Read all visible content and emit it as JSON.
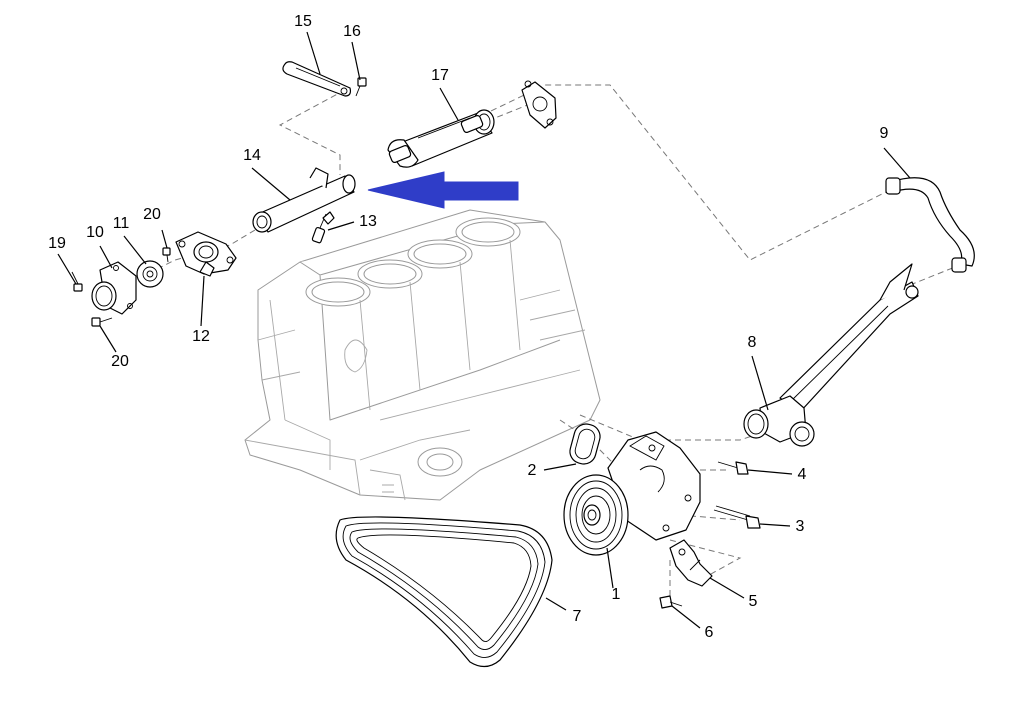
{
  "diagram": {
    "callouts": [
      {
        "id": "c1",
        "text": "1"
      },
      {
        "id": "c2",
        "text": "2"
      },
      {
        "id": "c3",
        "text": "3"
      },
      {
        "id": "c4",
        "text": "4"
      },
      {
        "id": "c5",
        "text": "5"
      },
      {
        "id": "c6",
        "text": "6"
      },
      {
        "id": "c7",
        "text": "7"
      },
      {
        "id": "c8",
        "text": "8"
      },
      {
        "id": "c9",
        "text": "9"
      },
      {
        "id": "c10",
        "text": "10"
      },
      {
        "id": "c11",
        "text": "11"
      },
      {
        "id": "c12",
        "text": "12"
      },
      {
        "id": "c13",
        "text": "13"
      },
      {
        "id": "c14",
        "text": "14"
      },
      {
        "id": "c15",
        "text": "15"
      },
      {
        "id": "c16",
        "text": "16"
      },
      {
        "id": "c17",
        "text": "17"
      },
      {
        "id": "c19",
        "text": "19"
      },
      {
        "id": "c20a",
        "text": "20"
      },
      {
        "id": "c20b",
        "text": "20"
      }
    ],
    "highlight_arrow": {
      "color": "#2f3dc8",
      "direction": "left"
    }
  }
}
